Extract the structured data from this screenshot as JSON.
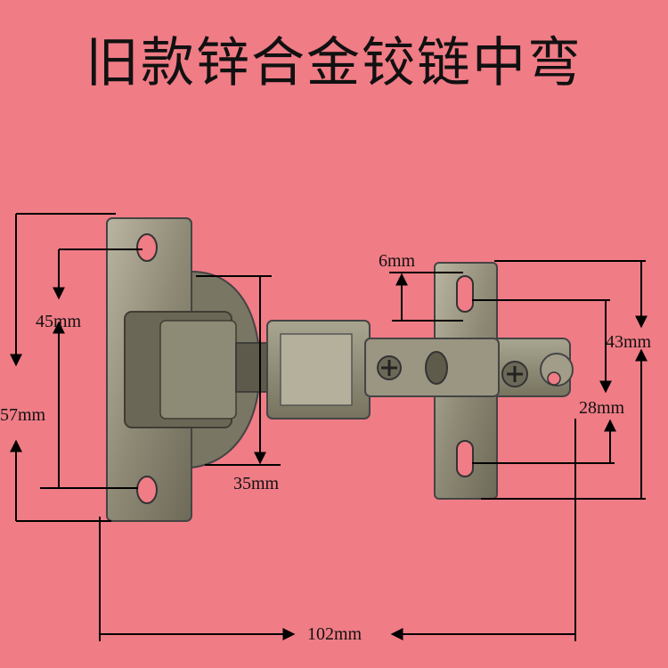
{
  "title": "旧款锌合金铰链中弯",
  "dimensions": {
    "d45": "45mm",
    "d57": "57mm",
    "d35": "35mm",
    "d6": "6mm",
    "d43": "43mm",
    "d28": "28mm",
    "d102": "102mm"
  }
}
